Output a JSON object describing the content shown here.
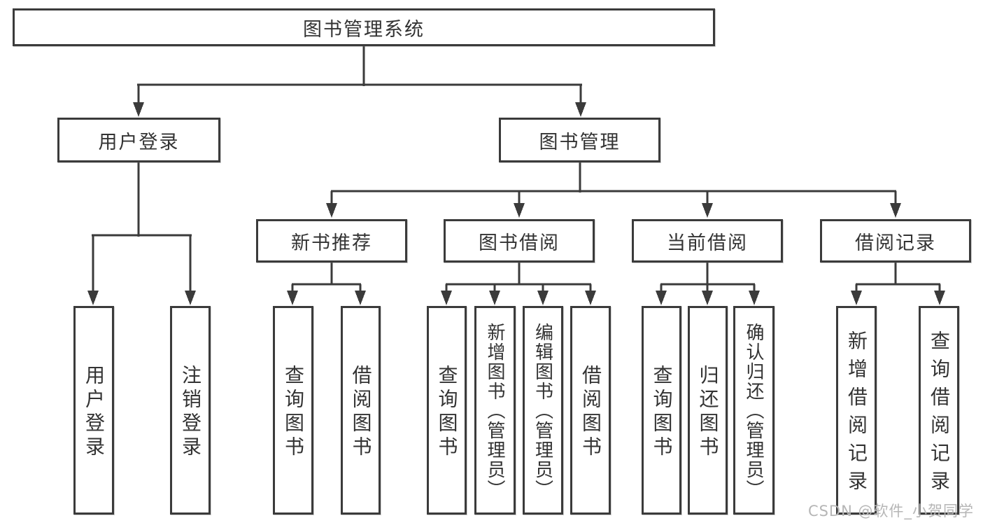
{
  "tree": {
    "root": "图书管理系统",
    "branches": [
      {
        "label": "用户登录",
        "children": [
          "用户登录",
          "注销登录"
        ]
      },
      {
        "label": "图书管理",
        "sections": [
          {
            "label": "新书推荐",
            "children": [
              "查询图书",
              "借阅图书"
            ]
          },
          {
            "label": "图书借阅",
            "children": [
              "查询图书",
              "新增图书（管理员）",
              "编辑图书（管理员）",
              "借阅图书"
            ]
          },
          {
            "label": "当前借阅",
            "children": [
              "查询图书",
              "归还图书",
              "确认归还（管理员）"
            ]
          },
          {
            "label": "借阅记录",
            "children": [
              "新增借阅记录",
              "查询借阅记录"
            ]
          }
        ]
      }
    ]
  },
  "watermark": {
    "text": "CSDN @软件_小贺同学"
  },
  "colors": {
    "line": "#3b3b3b",
    "text": "#333333",
    "watermark": "#b6b6b6",
    "background": "#ffffff"
  }
}
